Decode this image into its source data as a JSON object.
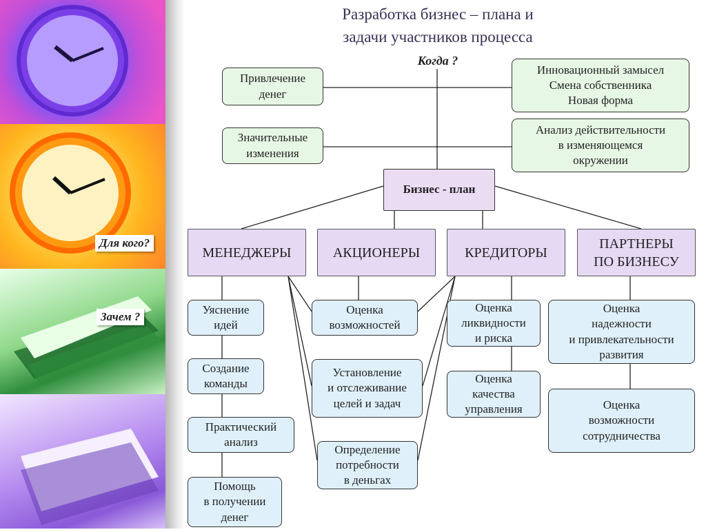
{
  "title_line1": "Разработка бизнес – плана и",
  "title_line2": "задачи участников процесса",
  "when_label": "Когда ?",
  "for_whom_label": "Для кого?",
  "why_label": "Зачем ?",
  "center": "Бизнес - план",
  "left_reasons": [
    {
      "line1": "Привлечение",
      "line2": "денег"
    },
    {
      "line1": "Значительные",
      "line2": "изменения"
    }
  ],
  "right_reasons": [
    {
      "line1": "Инновационный замысел",
      "line2": "Смена собственника",
      "line3": "Новая форма"
    },
    {
      "line1": "Анализ действительности",
      "line2": "в изменяющемся",
      "line3": "окружении"
    }
  ],
  "participants": [
    {
      "line1": "МЕНЕДЖЕРЫ"
    },
    {
      "line1": "АКЦИОНЕРЫ"
    },
    {
      "line1": "КРЕДИТОРЫ"
    },
    {
      "line1": "ПАРТНЕРЫ",
      "line2": "ПО БИЗНЕСУ"
    }
  ],
  "managers_tasks": [
    {
      "line1": "Уяснение",
      "line2": "идей"
    },
    {
      "line1": "Создание",
      "line2": "команды"
    },
    {
      "line1": "Практический",
      "line2": "анализ"
    },
    {
      "line1": "Помощь",
      "line2": "в получении",
      "line3": "денег"
    }
  ],
  "shared_tasks": [
    {
      "line1": "Оценка",
      "line2": "возможностей"
    },
    {
      "line1": "Установление",
      "line2": "и отслеживание",
      "line3": "целей и задач"
    },
    {
      "line1": "Определение",
      "line2": "потребности",
      "line3": "в деньгах"
    }
  ],
  "creditors_tasks": [
    {
      "line1": "Оценка",
      "line2": "ликвидности",
      "line3": "и риска"
    },
    {
      "line1": "Оценка",
      "line2": "качества",
      "line3": "управления"
    }
  ],
  "partners_tasks": [
    {
      "line1": "Оценка",
      "line2": "надежности",
      "line3": "и привлекательности",
      "line4": "развития"
    },
    {
      "line1": "Оценка",
      "line2": "возможности",
      "line3": "сотрудничества"
    }
  ],
  "colors": {
    "green_box": "#e7f7e5",
    "blue_box": "#dff0fb",
    "purple_box": "#e6d9f4",
    "title": "#3a2f55"
  }
}
